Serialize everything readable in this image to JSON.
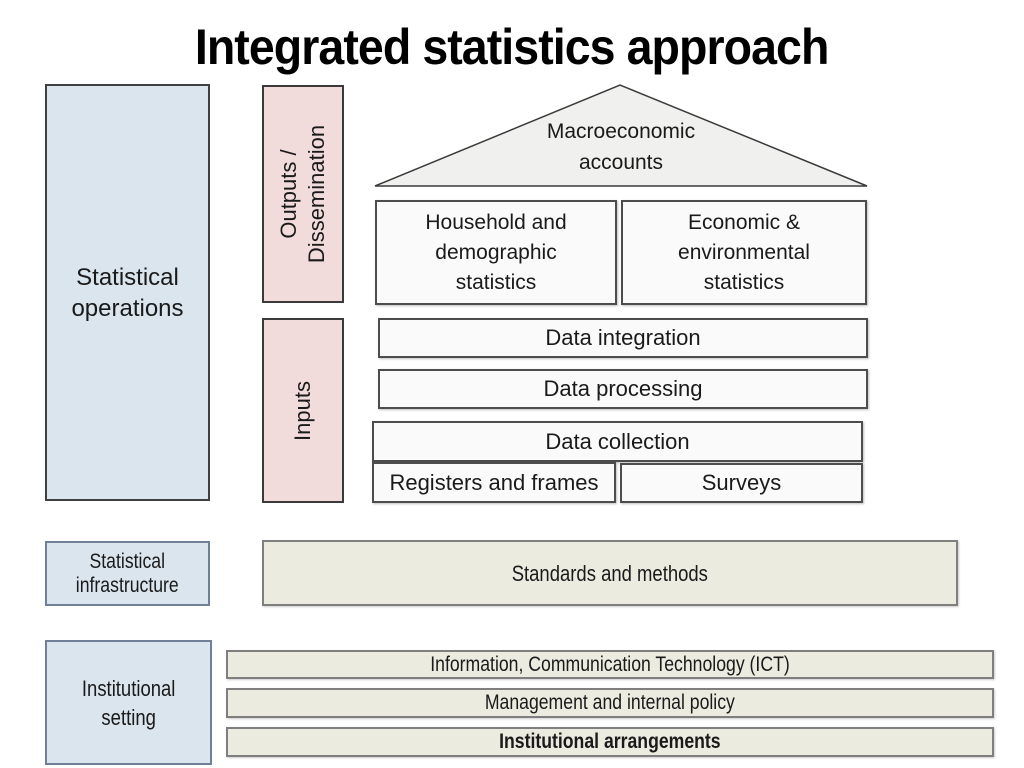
{
  "slide": {
    "title": "Integrated statistics approach"
  },
  "colors": {
    "box_blue": "#dbe5ee",
    "box_pink": "#f2dcdb",
    "box_beige": "#ecebe0",
    "roof_gray": "#f0f0ef",
    "bar_white": "#fafafa",
    "border_dark": "#404040",
    "border_gray": "#7f7f7f",
    "border_blue": "#708096"
  },
  "rows": {
    "operations": {
      "label": "Statistical\noperations",
      "outputs": "Outputs /\nDissemination",
      "inputs": "Inputs",
      "roof": "Macroeconomic\naccounts",
      "household": "Household and\ndemographic\nstatistics",
      "economic": "Economic &\nenvironmental\nstatistics",
      "integration": "Data integration",
      "processing": "Data processing",
      "collection": "Data collection",
      "registers": "Registers and frames",
      "surveys": "Surveys"
    },
    "infrastructure": {
      "label": "Statistical\ninfrastructure",
      "standards": "Standards and methods"
    },
    "institutional": {
      "label": "Institutional\nsetting",
      "ict": "Information, Communication Technology (ICT)",
      "management": "Management and internal policy",
      "arrangements": "Institutional arrangements"
    }
  }
}
